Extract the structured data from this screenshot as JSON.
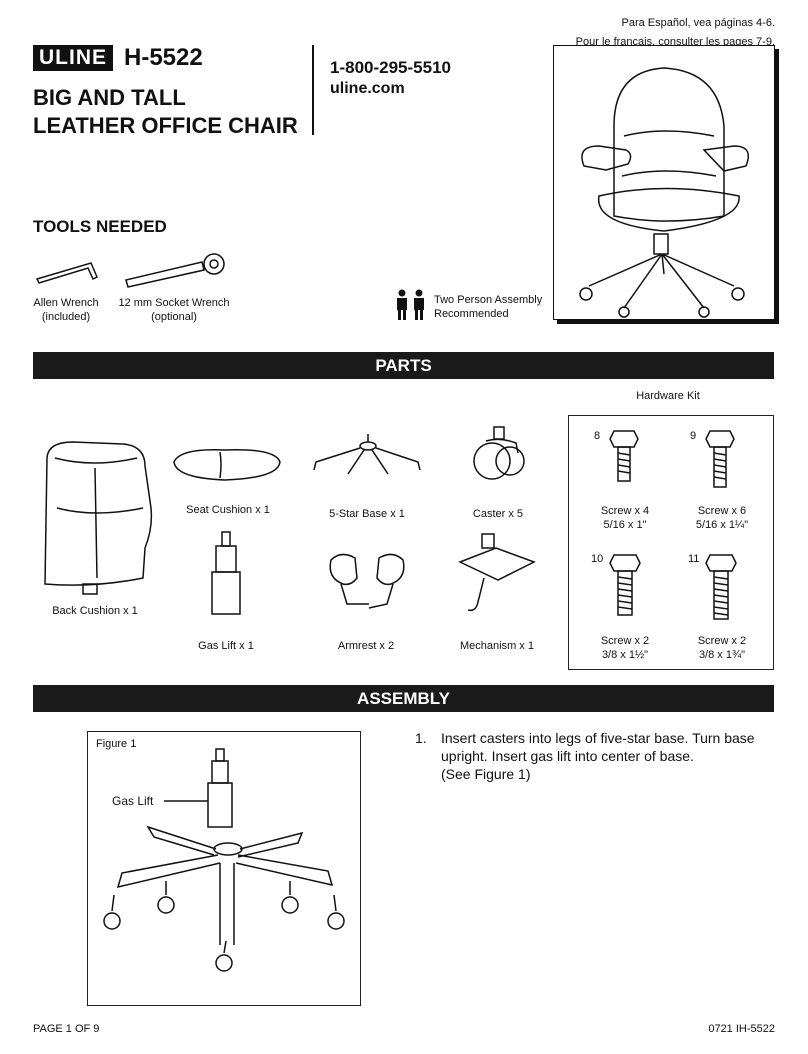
{
  "header": {
    "logo": "ULINE",
    "model": "H-5522",
    "title_line1": "BIG AND TALL",
    "title_line2": "LEATHER OFFICE CHAIR",
    "phone": "1-800-295-5510",
    "website": "uline.com",
    "lang_es": "Para Español, vea páginas 4-6.",
    "lang_fr": "Pour le français, consulter les pages 7-9."
  },
  "tools": {
    "heading": "TOOLS NEEDED",
    "items": [
      {
        "name": "Allen Wrench",
        "note": "(included)"
      },
      {
        "name": "12 mm Socket Wrench",
        "note": "(optional)"
      }
    ],
    "two_person_line1": "Two Person Assembly",
    "two_person_line2": "Recommended"
  },
  "parts": {
    "heading": "PARTS",
    "back_cushion": "Back Cushion x 1",
    "seat_cushion": "Seat Cushion x 1",
    "star_base": "5-Star Base x 1",
    "caster": "Caster x 5",
    "gas_lift": "Gas Lift x 1",
    "armrest": "Armrest x 2",
    "mechanism": "Mechanism x 1",
    "hardware_kit": "Hardware Kit",
    "screws": [
      {
        "num": "8",
        "qty": "Screw x 4",
        "size": "5/16 x 1\""
      },
      {
        "num": "9",
        "qty": "Screw x 6",
        "size": "5/16 x 1¼\""
      },
      {
        "num": "10",
        "qty": "Screw x 2",
        "size": "3/8 x 1½\""
      },
      {
        "num": "11",
        "qty": "Screw x 2",
        "size": "3/8 x 1¾\""
      }
    ]
  },
  "assembly": {
    "heading": "ASSEMBLY",
    "figure_label": "Figure 1",
    "gas_lift_callout": "Gas Lift",
    "step_num": "1.",
    "step_line1": "Insert casters into legs of five-star base. Turn base",
    "step_line2": "upright. Insert gas lift into center of base.",
    "step_line3": "(See Figure 1)"
  },
  "footer": {
    "page": "PAGE 1 OF 9",
    "code": "0721 IH-5522"
  }
}
